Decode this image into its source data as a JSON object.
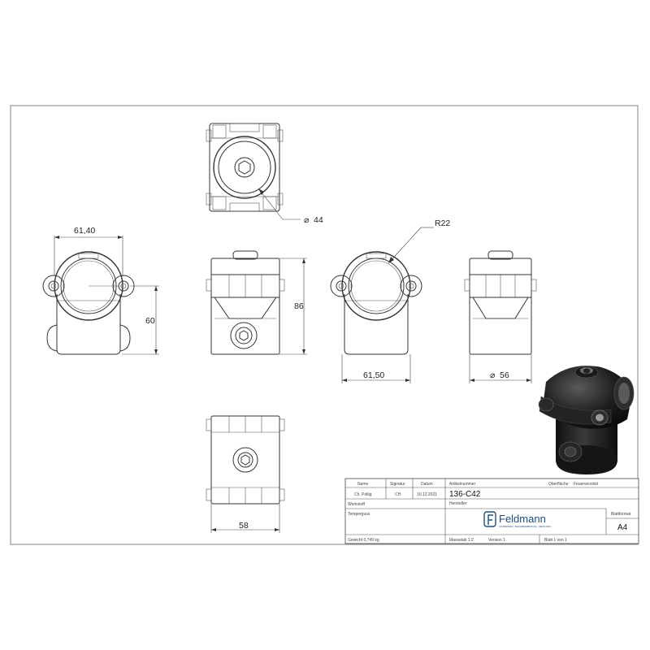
{
  "dimensions": {
    "width_front": "61,40",
    "height_front": "60",
    "height_side": "86",
    "width_right": "61,50",
    "dia_top": "44",
    "dia_right": "56",
    "radius": "R22",
    "width_bottom": "58",
    "dia_symbol": "⌀"
  },
  "title_block": {
    "header_name": "Name",
    "header_signatur": "Signatur",
    "header_datum": "Datum",
    "header_artikel": "Artikelnummer",
    "header_oberflaeche": "Oberfläche:",
    "oberflaeche_value": "Feuerverzinkt",
    "name_value": "Ch. Pollig",
    "signatur_value": "CH",
    "datum_value": "10.12.2021",
    "article_number": "136-C42",
    "werkstoff_label": "Werkstoff",
    "werkstoff_value": "Temperguss",
    "hersteller_label": "Hersteller",
    "company_name": "Feldmann",
    "company_tagline": "SCHWEISSEN · BLECHBEARBEITUNG · METALLBAU",
    "blattformat_label": "Blattformat",
    "blattformat_value": "A4",
    "gewicht": "Gewicht 0,749 kg",
    "massstab": "Massstab 1:2",
    "version": "Version 1",
    "blatt": "Blatt 1 von 1"
  },
  "colors": {
    "line": "#333333",
    "border": "#555555",
    "brand": "#1f4e79",
    "part_dark": "#1c1c1c"
  }
}
